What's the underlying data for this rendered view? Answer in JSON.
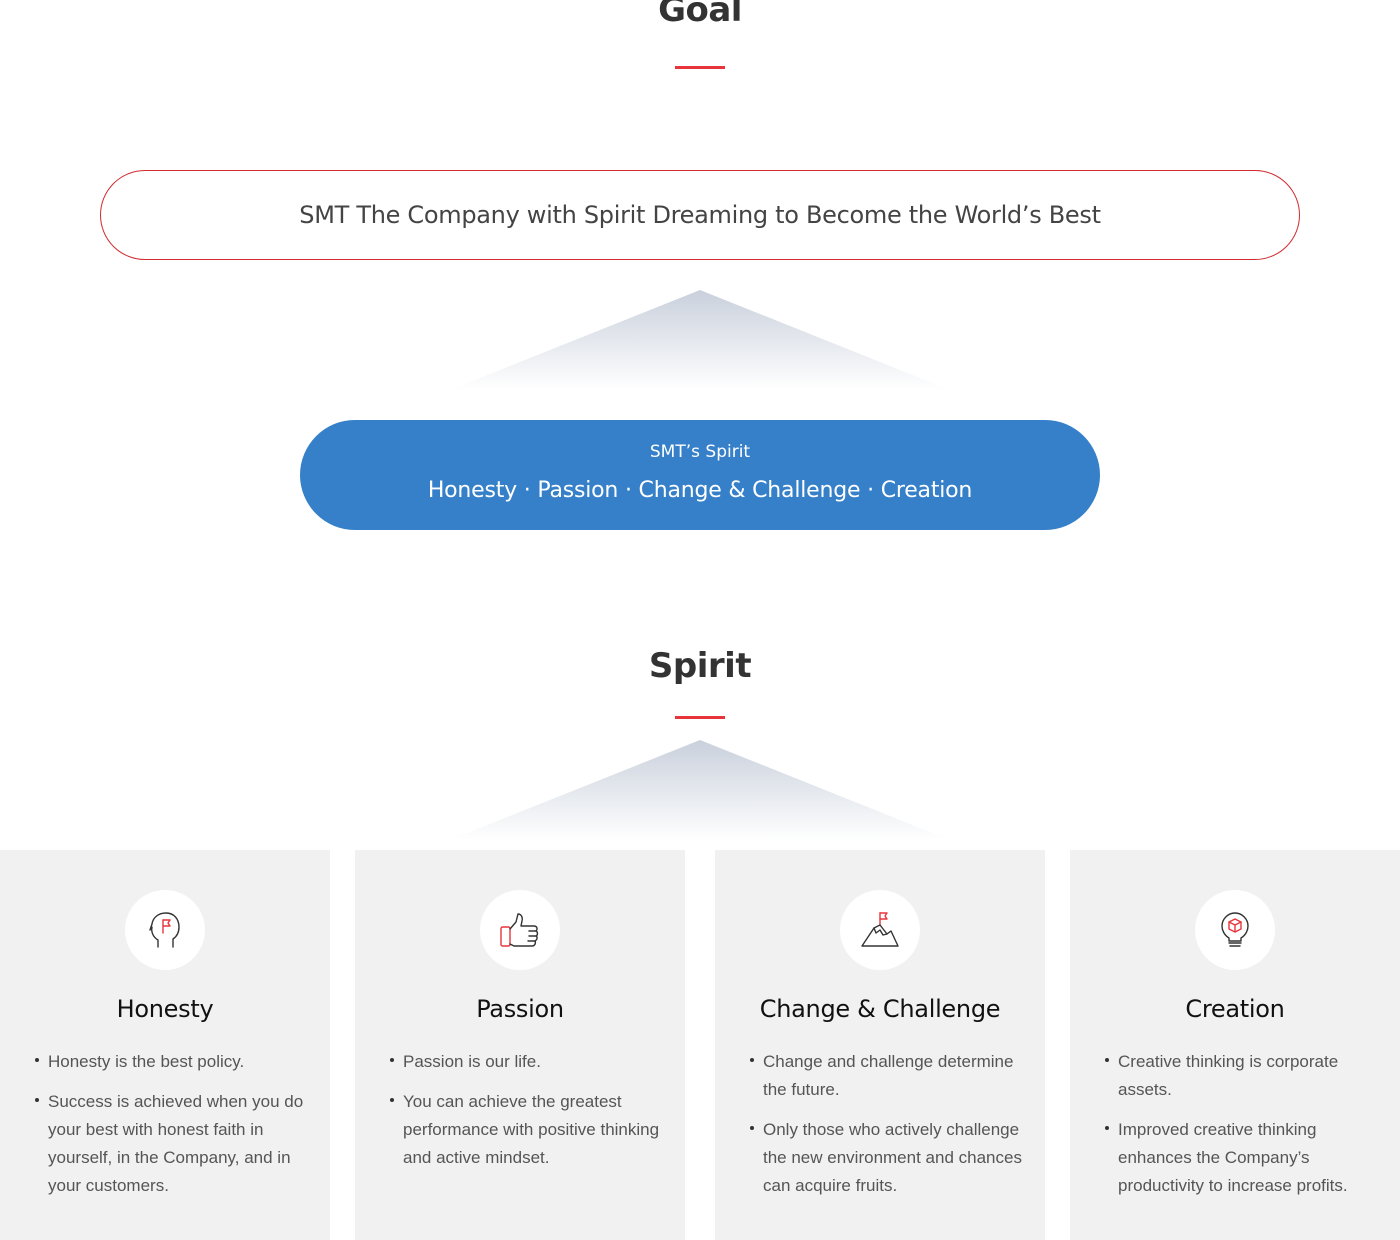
{
  "goal": {
    "title": "Goal",
    "statement": "SMT The Company with Spirit Dreaming to Become the World’s Best"
  },
  "spirit_summary": {
    "label": "SMT’s Spirit",
    "values": "Honesty · Passion · Change & Challenge · Creation"
  },
  "spirit": {
    "title": "Spirit",
    "cards": [
      {
        "icon": "head-flag-icon",
        "title": "Honesty",
        "points": [
          "Honesty is the best policy.",
          "Success is achieved when you do your best with honest faith in yourself, in the Company, and in your customers."
        ]
      },
      {
        "icon": "thumbs-up-icon",
        "title": "Passion",
        "points": [
          "Passion is our life.",
          "You can achieve the greatest performance with positive thinking and active mindset."
        ]
      },
      {
        "icon": "mountain-flag-icon",
        "title": "Change & Challenge",
        "points": [
          "Change and challenge determine the future.",
          "Only those who actively challenge the new environment and chances can acquire fruits."
        ]
      },
      {
        "icon": "lightbulb-cube-icon",
        "title": "Creation",
        "points": [
          "Creative thinking is corporate assets.",
          "Improved creative thinking enhances the Company’s productivity to increase profits."
        ]
      }
    ]
  },
  "colors": {
    "accent_red": "#e8353b",
    "pill_blue": "#3580c9",
    "card_bg": "#f0f1f0"
  }
}
